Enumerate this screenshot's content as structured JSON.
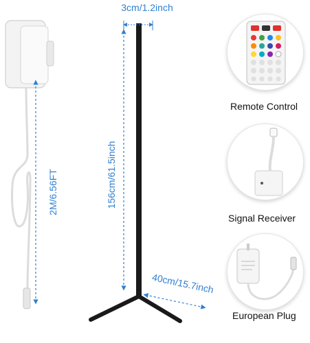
{
  "dimensions": {
    "width_label": "3cm/1.2inch",
    "height_label": "156cm/61.5inch",
    "cable_label": "2M/6.56FT",
    "base_label": "40cm/15.7inch"
  },
  "accessories": [
    {
      "label": "Remote Control",
      "icon": "remote-control-icon"
    },
    {
      "label": "Signal Receiver",
      "icon": "signal-receiver-icon"
    },
    {
      "label": "European Plug",
      "icon": "european-plug-icon"
    }
  ],
  "colors": {
    "dimension_blue": "#2f7fd0",
    "lamp_black": "#1a1a1a",
    "remote_red": "#e0312b"
  }
}
